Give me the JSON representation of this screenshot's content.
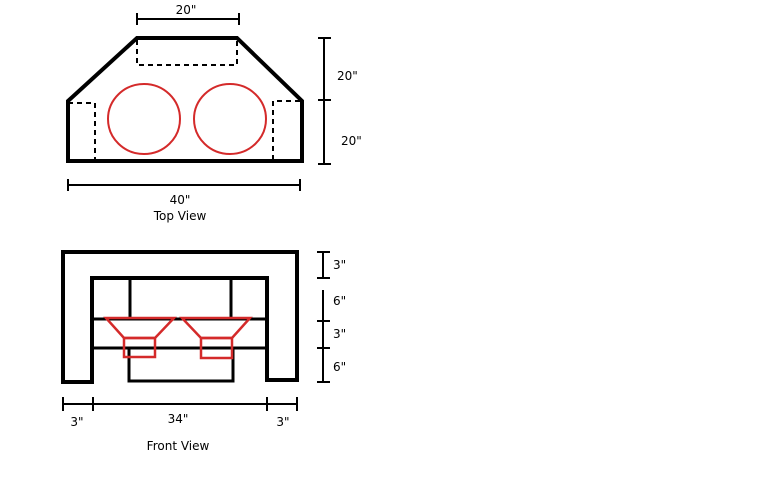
{
  "top_view": {
    "caption": "Top View",
    "dim_top_width": "20\"",
    "dim_upper_height": "20\"",
    "dim_lower_height": "20\"",
    "dim_total_width": "40\""
  },
  "front_view": {
    "caption": "Front View",
    "dim_right_1": "3\"",
    "dim_right_2": "6\"",
    "dim_right_3": "3\"",
    "dim_right_4": "6\"",
    "dim_bottom_left": "3\"",
    "dim_bottom_middle": "34\"",
    "dim_bottom_right": "3\""
  },
  "colors": {
    "outline": "#000000",
    "speaker": "#d42a2a"
  }
}
